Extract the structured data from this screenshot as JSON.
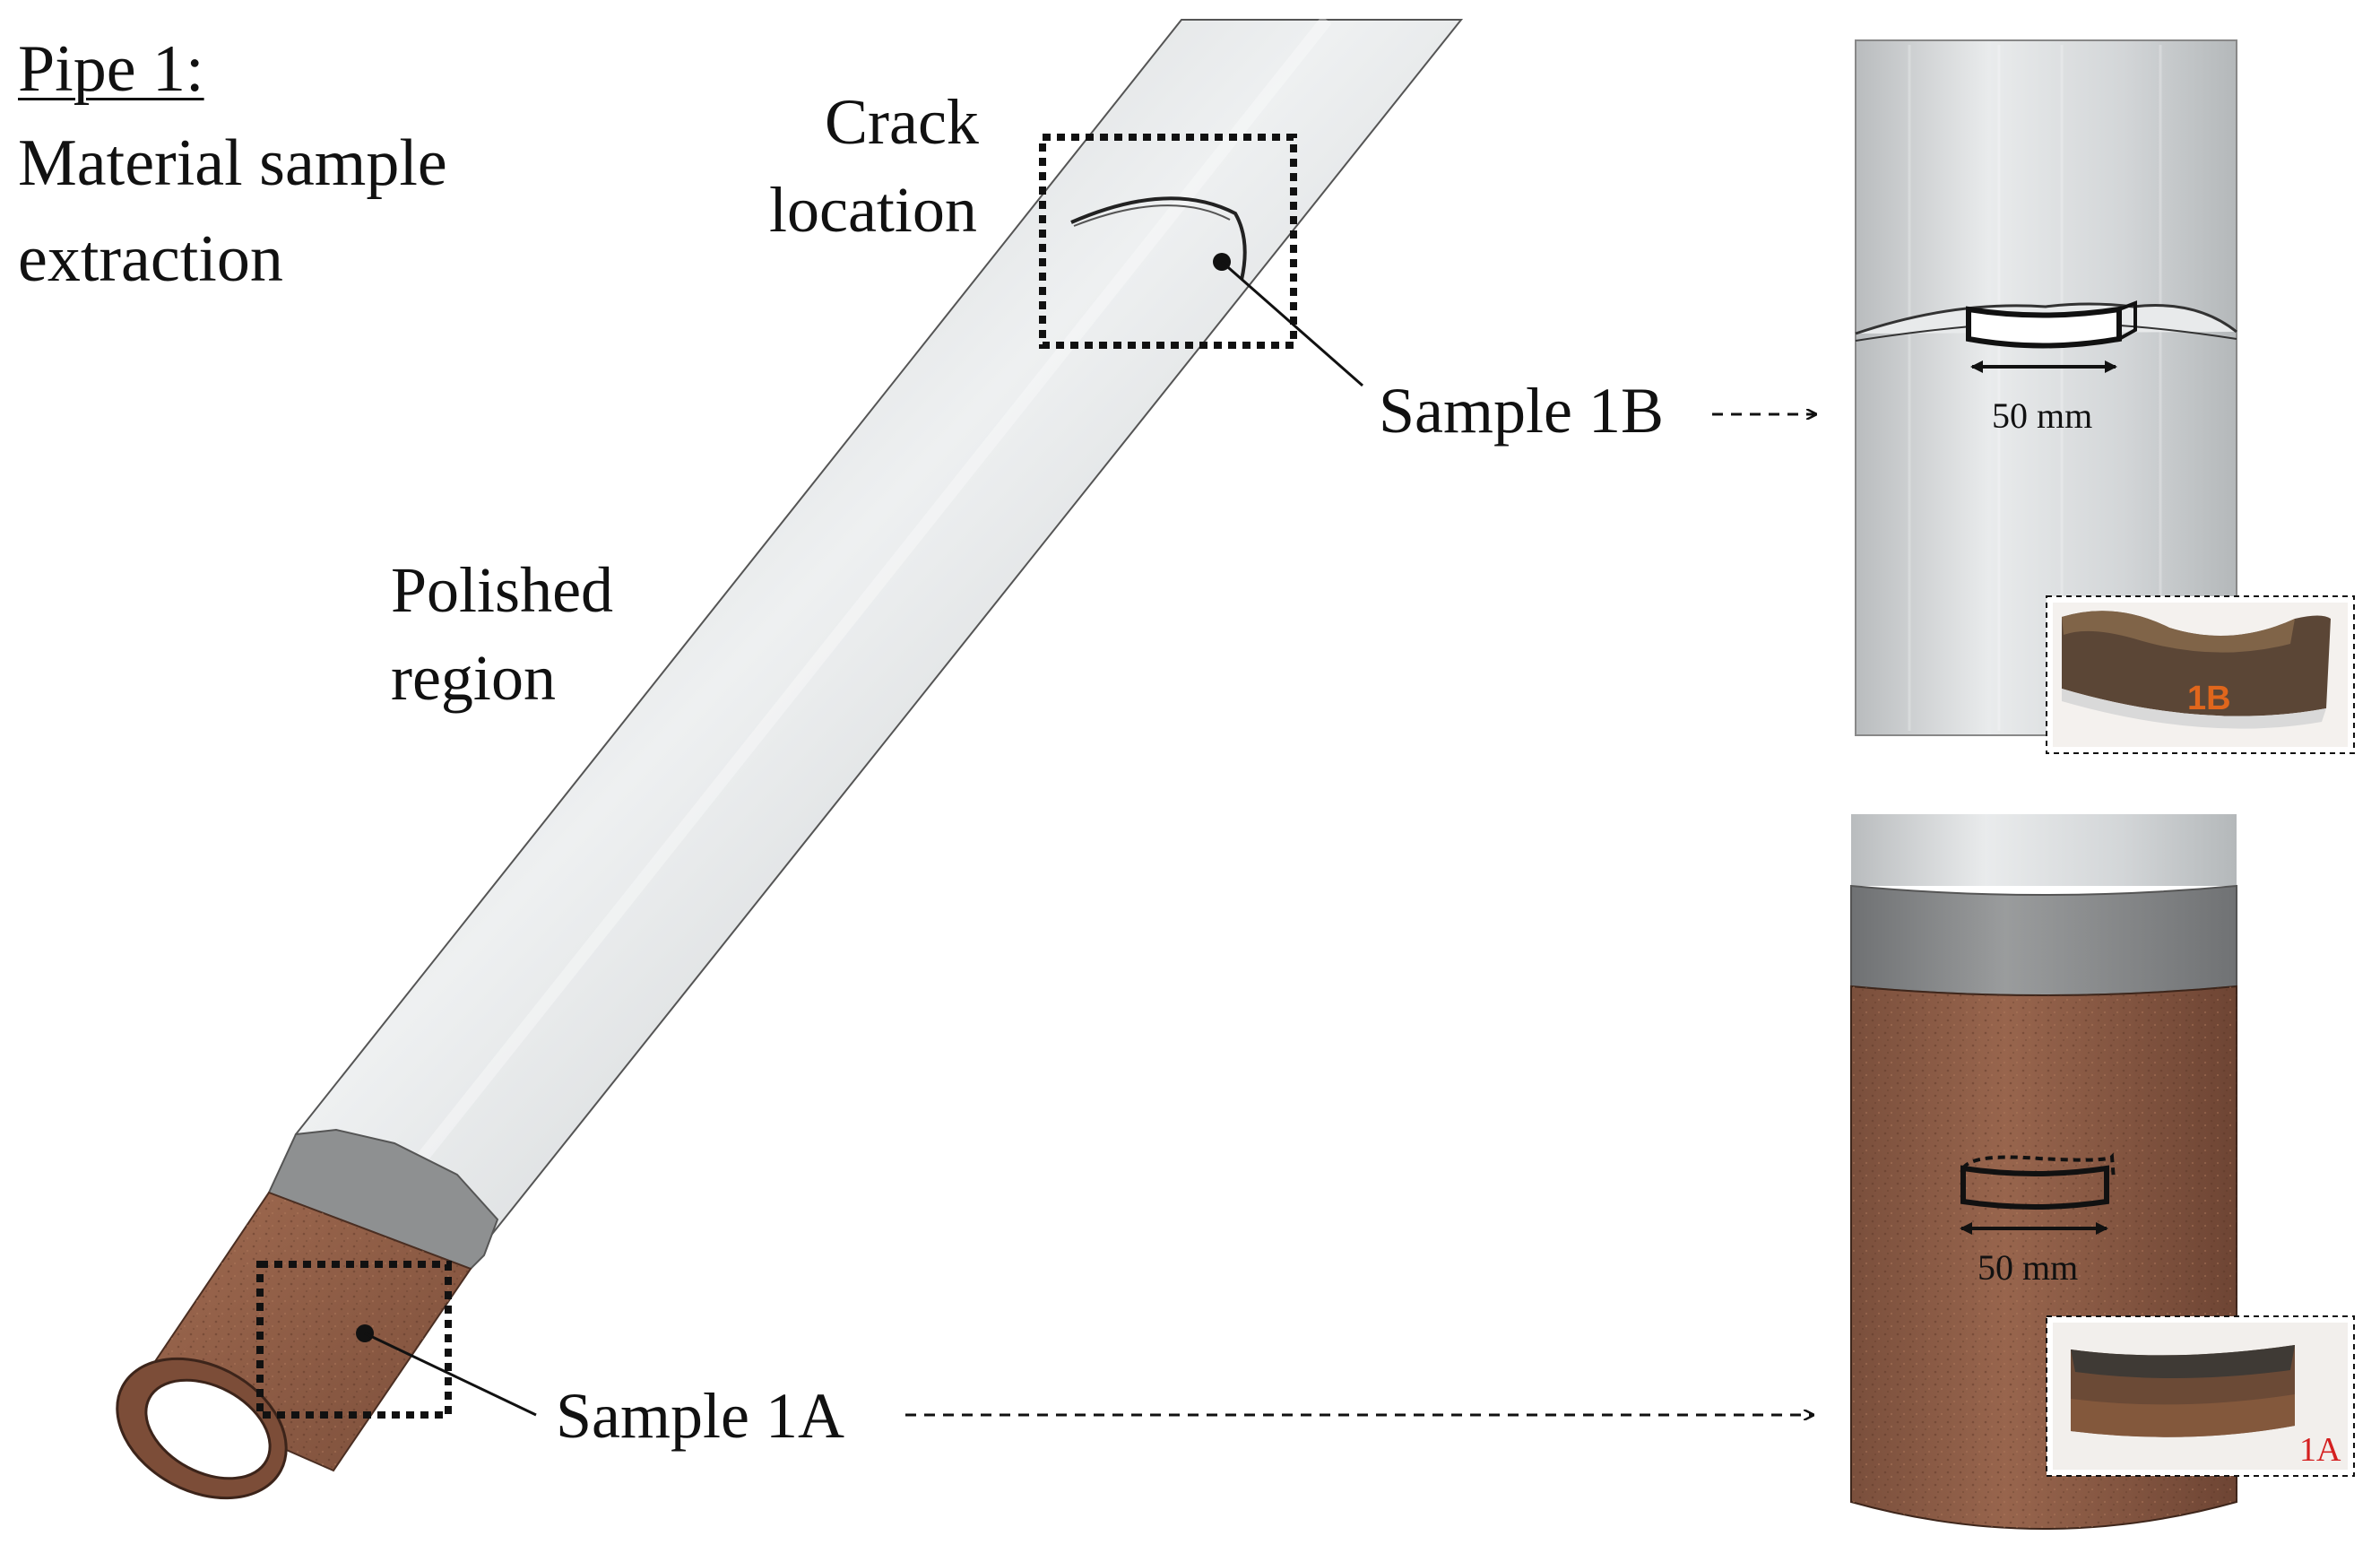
{
  "title": {
    "line1": "Pipe 1:",
    "line2": "Material sample",
    "line3": "extraction"
  },
  "labels": {
    "crack_line1": "Crack",
    "crack_line2": "location",
    "polished_line1": "Polished",
    "polished_line2": "region",
    "sample_1b": "Sample 1B",
    "sample_1a": "Sample 1A"
  },
  "dimensions": {
    "upper": "50 mm",
    "lower": "50 mm"
  },
  "specimen_tags": {
    "photo_1b": "1B",
    "photo_1a": "1A"
  },
  "colors": {
    "polished_steel": "#d9dcdd",
    "rust": "#8a5a44",
    "band_gray": "#8e9091",
    "tag_red": "#d42020",
    "tag_orange": "#e0661c"
  }
}
